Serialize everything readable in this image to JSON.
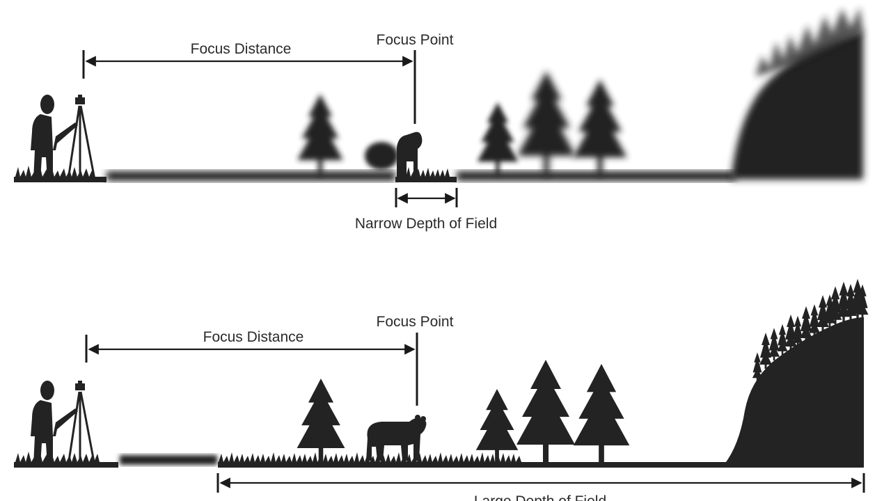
{
  "top_panel": {
    "focus_distance_label": "Focus Distance",
    "focus_point_label": "Focus Point",
    "dof_label": "Narrow Depth of Field"
  },
  "bottom_panel": {
    "focus_distance_label": "Focus Distance",
    "focus_point_label": "Focus Point",
    "dof_label": "Large Depth of Field"
  },
  "colors": {
    "ink": "#232323",
    "background": "#ffffff"
  },
  "icons": [
    "photographer-icon",
    "tripod-camera-icon",
    "pine-tree-icon",
    "bear-icon",
    "hill-icon",
    "grass-icon"
  ]
}
